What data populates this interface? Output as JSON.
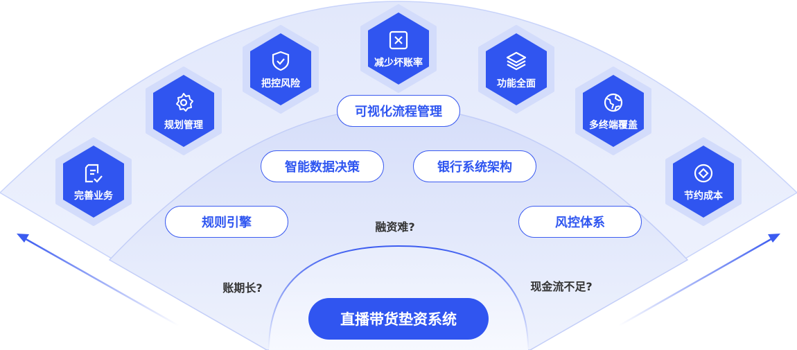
{
  "colors": {
    "primary": "#3055f0",
    "hex_halo": "#d3dcfb",
    "outer_fan": "#e6ebfc",
    "middle_fan": "#dae1fa",
    "text_dark": "#333333"
  },
  "features": [
    {
      "label": "完善业务",
      "icon": "document-check-icon"
    },
    {
      "label": "规划管理",
      "icon": "gear-icon"
    },
    {
      "label": "把控风险",
      "icon": "shield-check-icon"
    },
    {
      "label": "减少坏账率",
      "icon": "close-box-icon"
    },
    {
      "label": "功能全面",
      "icon": "layers-icon"
    },
    {
      "label": "多终端覆盖",
      "icon": "globe-icon"
    },
    {
      "label": "节约成本",
      "icon": "coin-icon"
    }
  ],
  "capabilities": [
    "可视化流程管理",
    "智能数据决策",
    "银行系统架构",
    "规则引擎",
    "风控体系"
  ],
  "problems": [
    "融资难?",
    "账期长?",
    "现金流不足?"
  ],
  "system_label": "直播带货垫资系统"
}
